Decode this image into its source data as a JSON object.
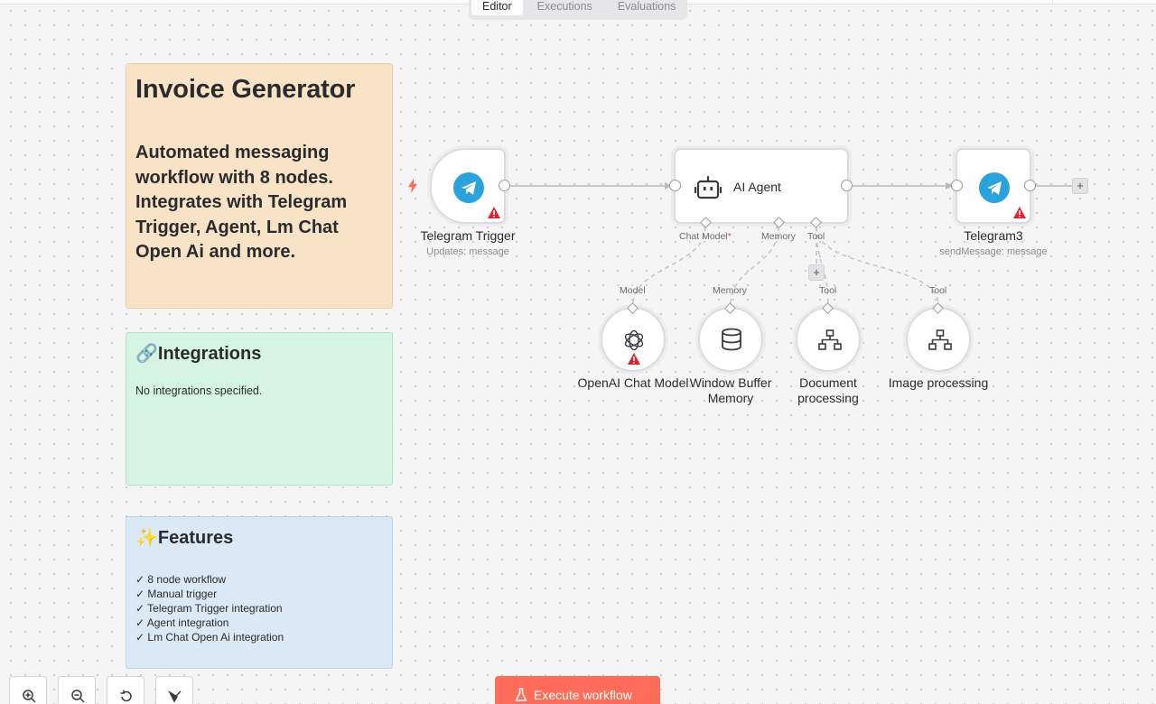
{
  "tabs": [
    "Editor",
    "Executions",
    "Evaluations"
  ],
  "active_tab": "Editor",
  "notes": {
    "title": "Invoice Generator",
    "description": "Automated messaging workflow with 8 nodes. Integrates with Telegram Trigger, Agent, Lm Chat Open Ai and more.",
    "integrations": {
      "heading": "🔗Integrations",
      "text": "No integrations specified."
    },
    "features": {
      "heading": "✨Features",
      "items": [
        "✓ 8 node workflow",
        "✓ Manual trigger",
        "✓ Telegram Trigger integration",
        "✓ Agent integration",
        "✓ Lm Chat Open Ai integration"
      ]
    }
  },
  "nodes": {
    "telegram_trigger": {
      "label": "Telegram Trigger",
      "subtitle": "Updates: message"
    },
    "ai_agent": {
      "label": "AI Agent",
      "handles": {
        "chat_model": "Chat Model",
        "required_mark": "*",
        "memory": "Memory",
        "tool": "Tool"
      }
    },
    "telegram3": {
      "label": "Telegram3",
      "subtitle": "sendMessage: message"
    },
    "openai_chat_model": {
      "label": "OpenAI Chat Model",
      "handle": "Model"
    },
    "window_buffer_memory": {
      "label_line1": "Window Buffer",
      "label_line2": "Memory",
      "handle": "Memory"
    },
    "document_processing": {
      "label_line1": "Document",
      "label_line2": "processing",
      "handle": "Tool"
    },
    "image_processing": {
      "label": "Image processing",
      "handle": "Tool"
    }
  },
  "buttons": {
    "execute": "Execute workflow",
    "plus": "+"
  },
  "colors": {
    "accent": "#ff6d5a",
    "telegram": "#2aa3dc",
    "warning": "#e0222e",
    "trigger_bolt": "#ff6d5a"
  }
}
